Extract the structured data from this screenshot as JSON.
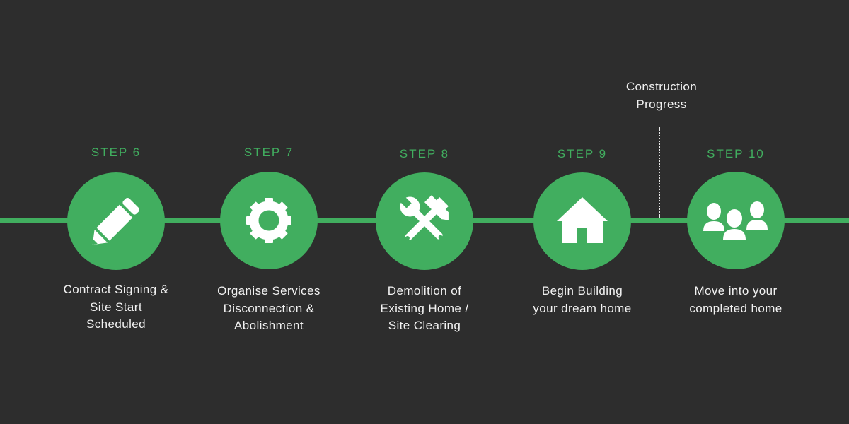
{
  "colors": {
    "background": "#2d2d2d",
    "accent": "#41ae5f",
    "text": "#f2f2f2"
  },
  "progress_marker": {
    "label": "Construction\nProgress"
  },
  "steps": [
    {
      "label": "STEP 6",
      "icon": "pencil-icon",
      "description": "Contract Signing &\nSite Start\nScheduled"
    },
    {
      "label": "STEP 7",
      "icon": "gear-icon",
      "description": "Organise Services\nDisconnection &\nAbolishment"
    },
    {
      "label": "STEP 8",
      "icon": "tools-icon",
      "description": "Demolition of\nExisting Home /\nSite Clearing"
    },
    {
      "label": "STEP 9",
      "icon": "house-icon",
      "description": "Begin Building\nyour dream home"
    },
    {
      "label": "STEP 10",
      "icon": "family-icon",
      "description": "Move into your\ncompleted home"
    }
  ]
}
